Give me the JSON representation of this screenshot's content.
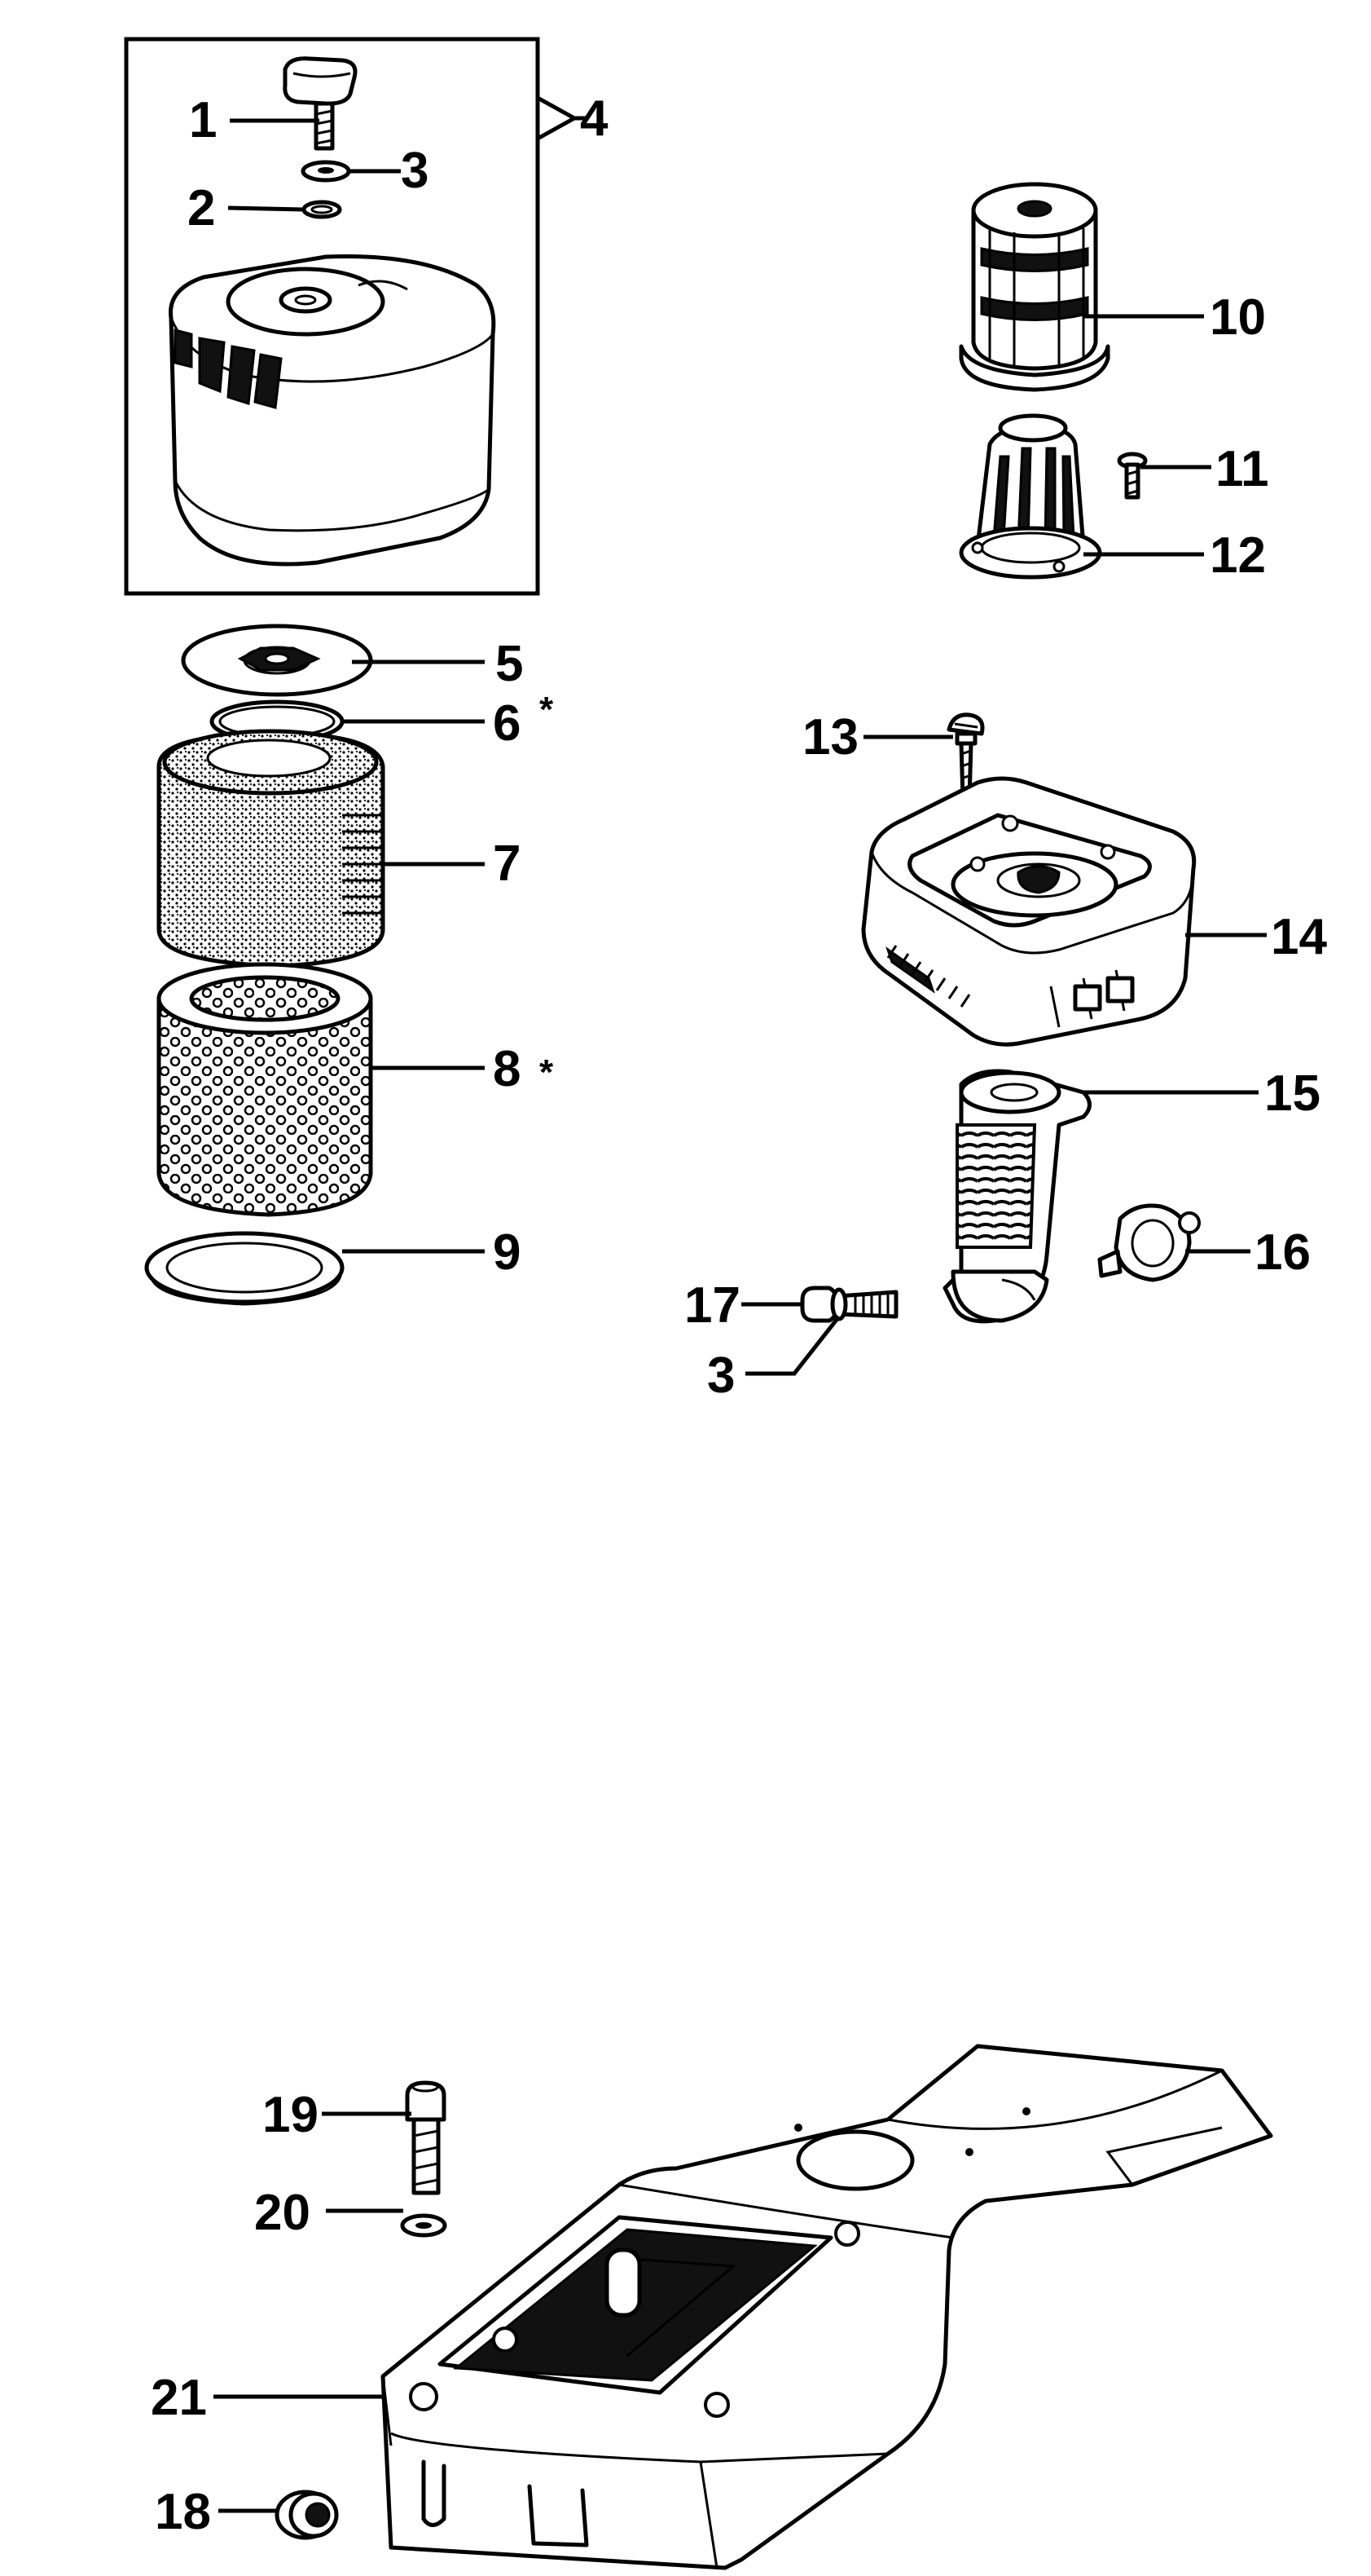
{
  "callouts": {
    "p1": "1",
    "p2": "2",
    "p3a": "3",
    "p3b": "3",
    "p4": "4",
    "p5": "5",
    "p6": "6",
    "p7": "7",
    "p8": "8",
    "p9": "9",
    "p10": "10",
    "p11": "11",
    "p12": "12",
    "p13": "13",
    "p14": "14",
    "p15": "15",
    "p16": "16",
    "p17": "17",
    "p18": "18",
    "p19": "19",
    "p20": "20",
    "p21": "21"
  },
  "marks": {
    "star6": "*",
    "star8": "*"
  }
}
